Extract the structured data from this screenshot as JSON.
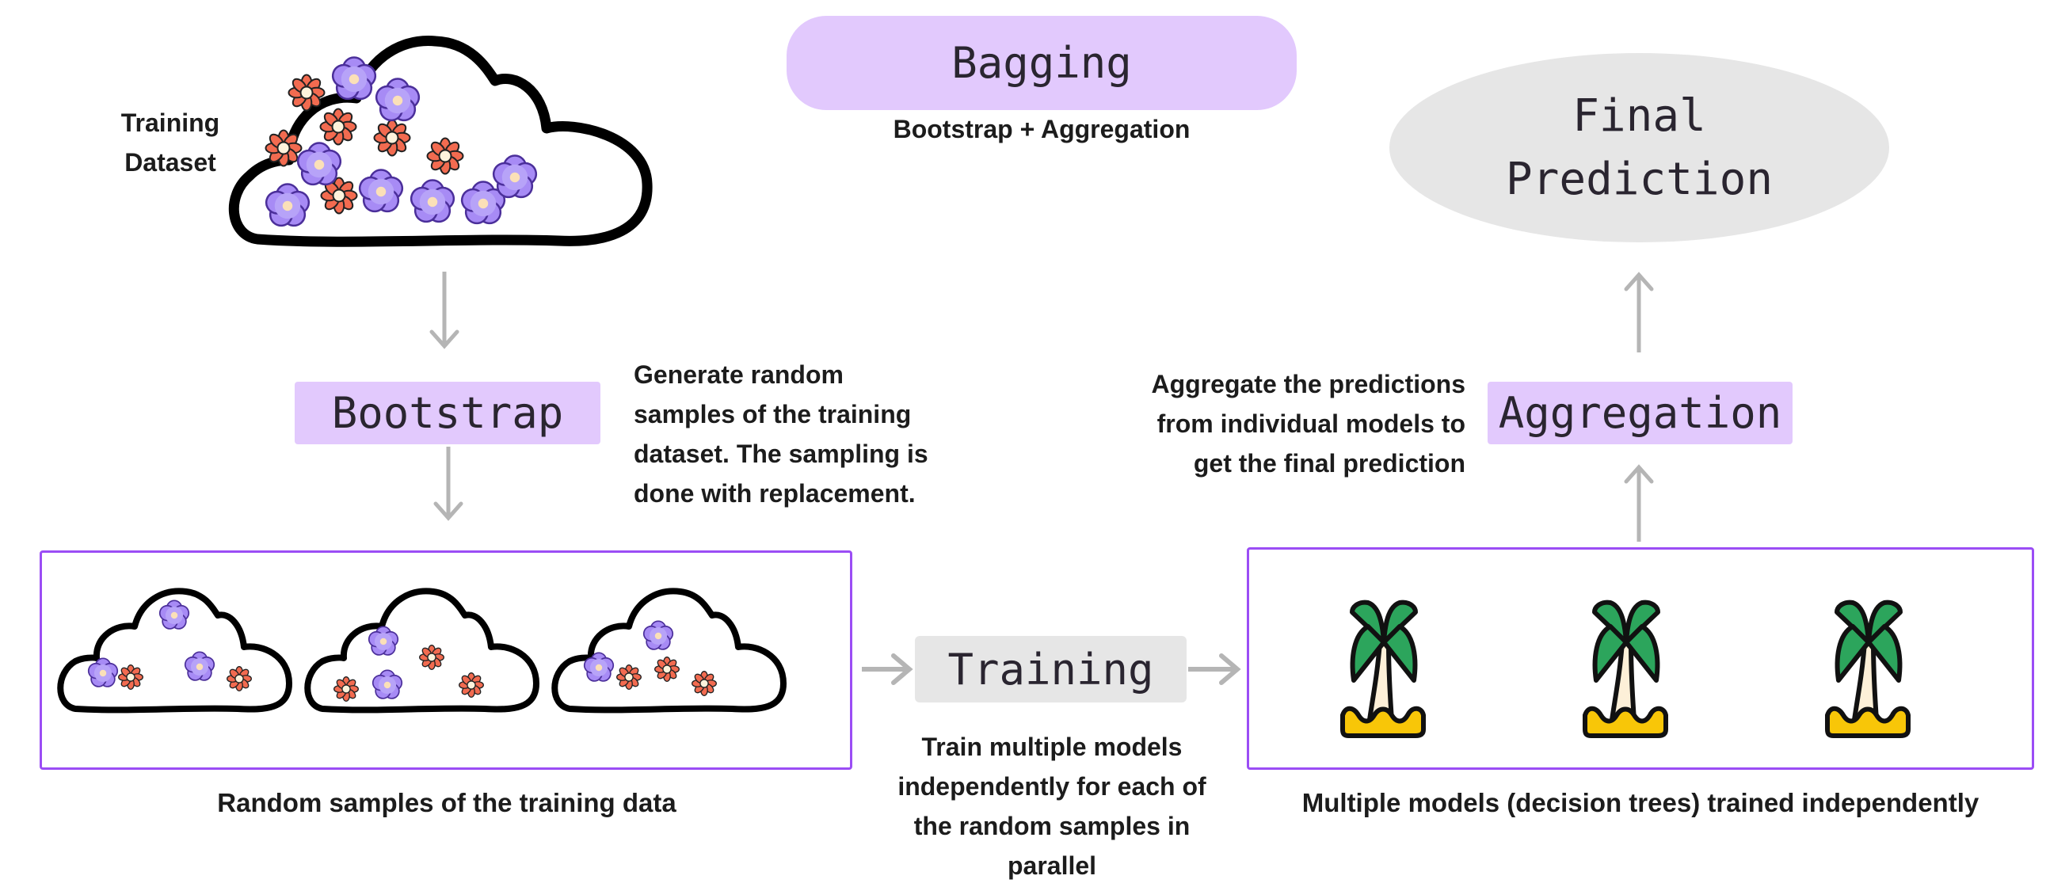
{
  "title": "Bagging",
  "subtitle": "Bootstrap + Aggregation",
  "final_prediction": {
    "lines": [
      "Final",
      "Prediction"
    ]
  },
  "training_dataset": {
    "label_lines": [
      "Training",
      "Dataset"
    ],
    "red_flowers": 6,
    "purple_flowers": 8
  },
  "bootstrap": {
    "label": "Bootstrap",
    "description_lines": [
      "Generate random",
      "samples of the training",
      "dataset. The sampling is",
      "done with replacement."
    ]
  },
  "samples": {
    "caption": "Random samples of the training data",
    "clouds": [
      {
        "purple": 3,
        "red": 2
      },
      {
        "purple": 2,
        "red": 3
      },
      {
        "purple": 2,
        "red": 3
      }
    ]
  },
  "training": {
    "label": "Training",
    "description_lines": [
      "Train multiple models",
      "independently for each of",
      "the random samples in",
      "parallel"
    ]
  },
  "models": {
    "caption": "Multiple models (decision trees) trained independently",
    "count": 3,
    "icon": "palm-tree-icon"
  },
  "aggregation": {
    "label": "Aggregation",
    "description_lines": [
      "Aggregate the predictions",
      "from individual models to",
      "get the final prediction"
    ]
  },
  "colors": {
    "purple_fill": "#e2c9fd",
    "purple_border": "#9b4df5",
    "gray_fill": "#e6e6e6",
    "arrow": "#b5b5b5",
    "red_flower": "#f26b50",
    "purple_flower": "#a78bf5",
    "palm_green": "#2ca55c",
    "sand": "#f8c608"
  }
}
